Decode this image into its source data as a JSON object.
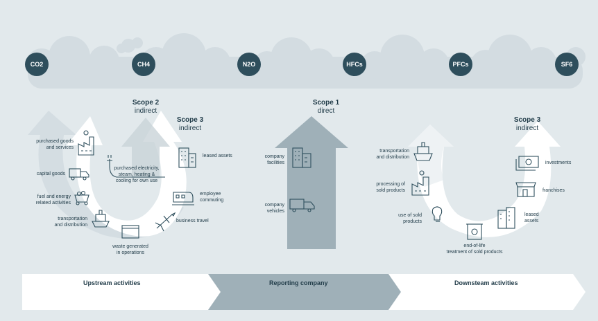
{
  "gases": [
    "CO2",
    "CH4",
    "N2O",
    "HFCs",
    "PFCs",
    "SF6"
  ],
  "scopes": {
    "scope2": {
      "title": "Scope 2",
      "sub": "indirect"
    },
    "scope3_up": {
      "title": "Scope 3",
      "sub": "indirect"
    },
    "scope1": {
      "title": "Scope 1",
      "sub": "direct"
    },
    "scope3_down": {
      "title": "Scope 3",
      "sub": "indirect"
    }
  },
  "upstream": {
    "purchased_goods": [
      "purchased goods",
      "and services"
    ],
    "capital_goods": [
      "capital goods"
    ],
    "fuel_energy": [
      "fuel and energy",
      "related activities"
    ],
    "transport": [
      "transportation",
      "and distribution"
    ],
    "waste": [
      "waste generated",
      "in operations"
    ],
    "business_travel": [
      "business travel"
    ],
    "commuting": [
      "employee",
      "commuting"
    ],
    "leased_assets": [
      "leased assets"
    ],
    "electricity": [
      "purchased electricity,",
      "steam, heating &",
      "cooling for own use"
    ]
  },
  "company": {
    "facilities": [
      "company",
      "facilities"
    ],
    "vehicles": [
      "company",
      "vehicles"
    ]
  },
  "downstream": {
    "transport": [
      "transportation",
      "and distribution"
    ],
    "processing": [
      "processing of",
      "sold products"
    ],
    "use": [
      "use of sold",
      "products"
    ],
    "end_of_life": [
      "end-of-life",
      "treatment of sold products"
    ],
    "leased_assets": [
      "leased",
      "assets"
    ],
    "franchises": [
      "franchises"
    ],
    "investments": [
      "investments"
    ]
  },
  "bands": {
    "upstream": "Upstream activities",
    "reporting": "Reporting company",
    "downstream": "Downsteam activities"
  },
  "colors": {
    "background": "#e2e9ec",
    "cloud": "#d3dce1",
    "dark": "#2e4e5c",
    "arrow_light": "#ffffff",
    "arrow_mid": "#c9d3d8",
    "arrow_dark": "#9fb0b8"
  }
}
